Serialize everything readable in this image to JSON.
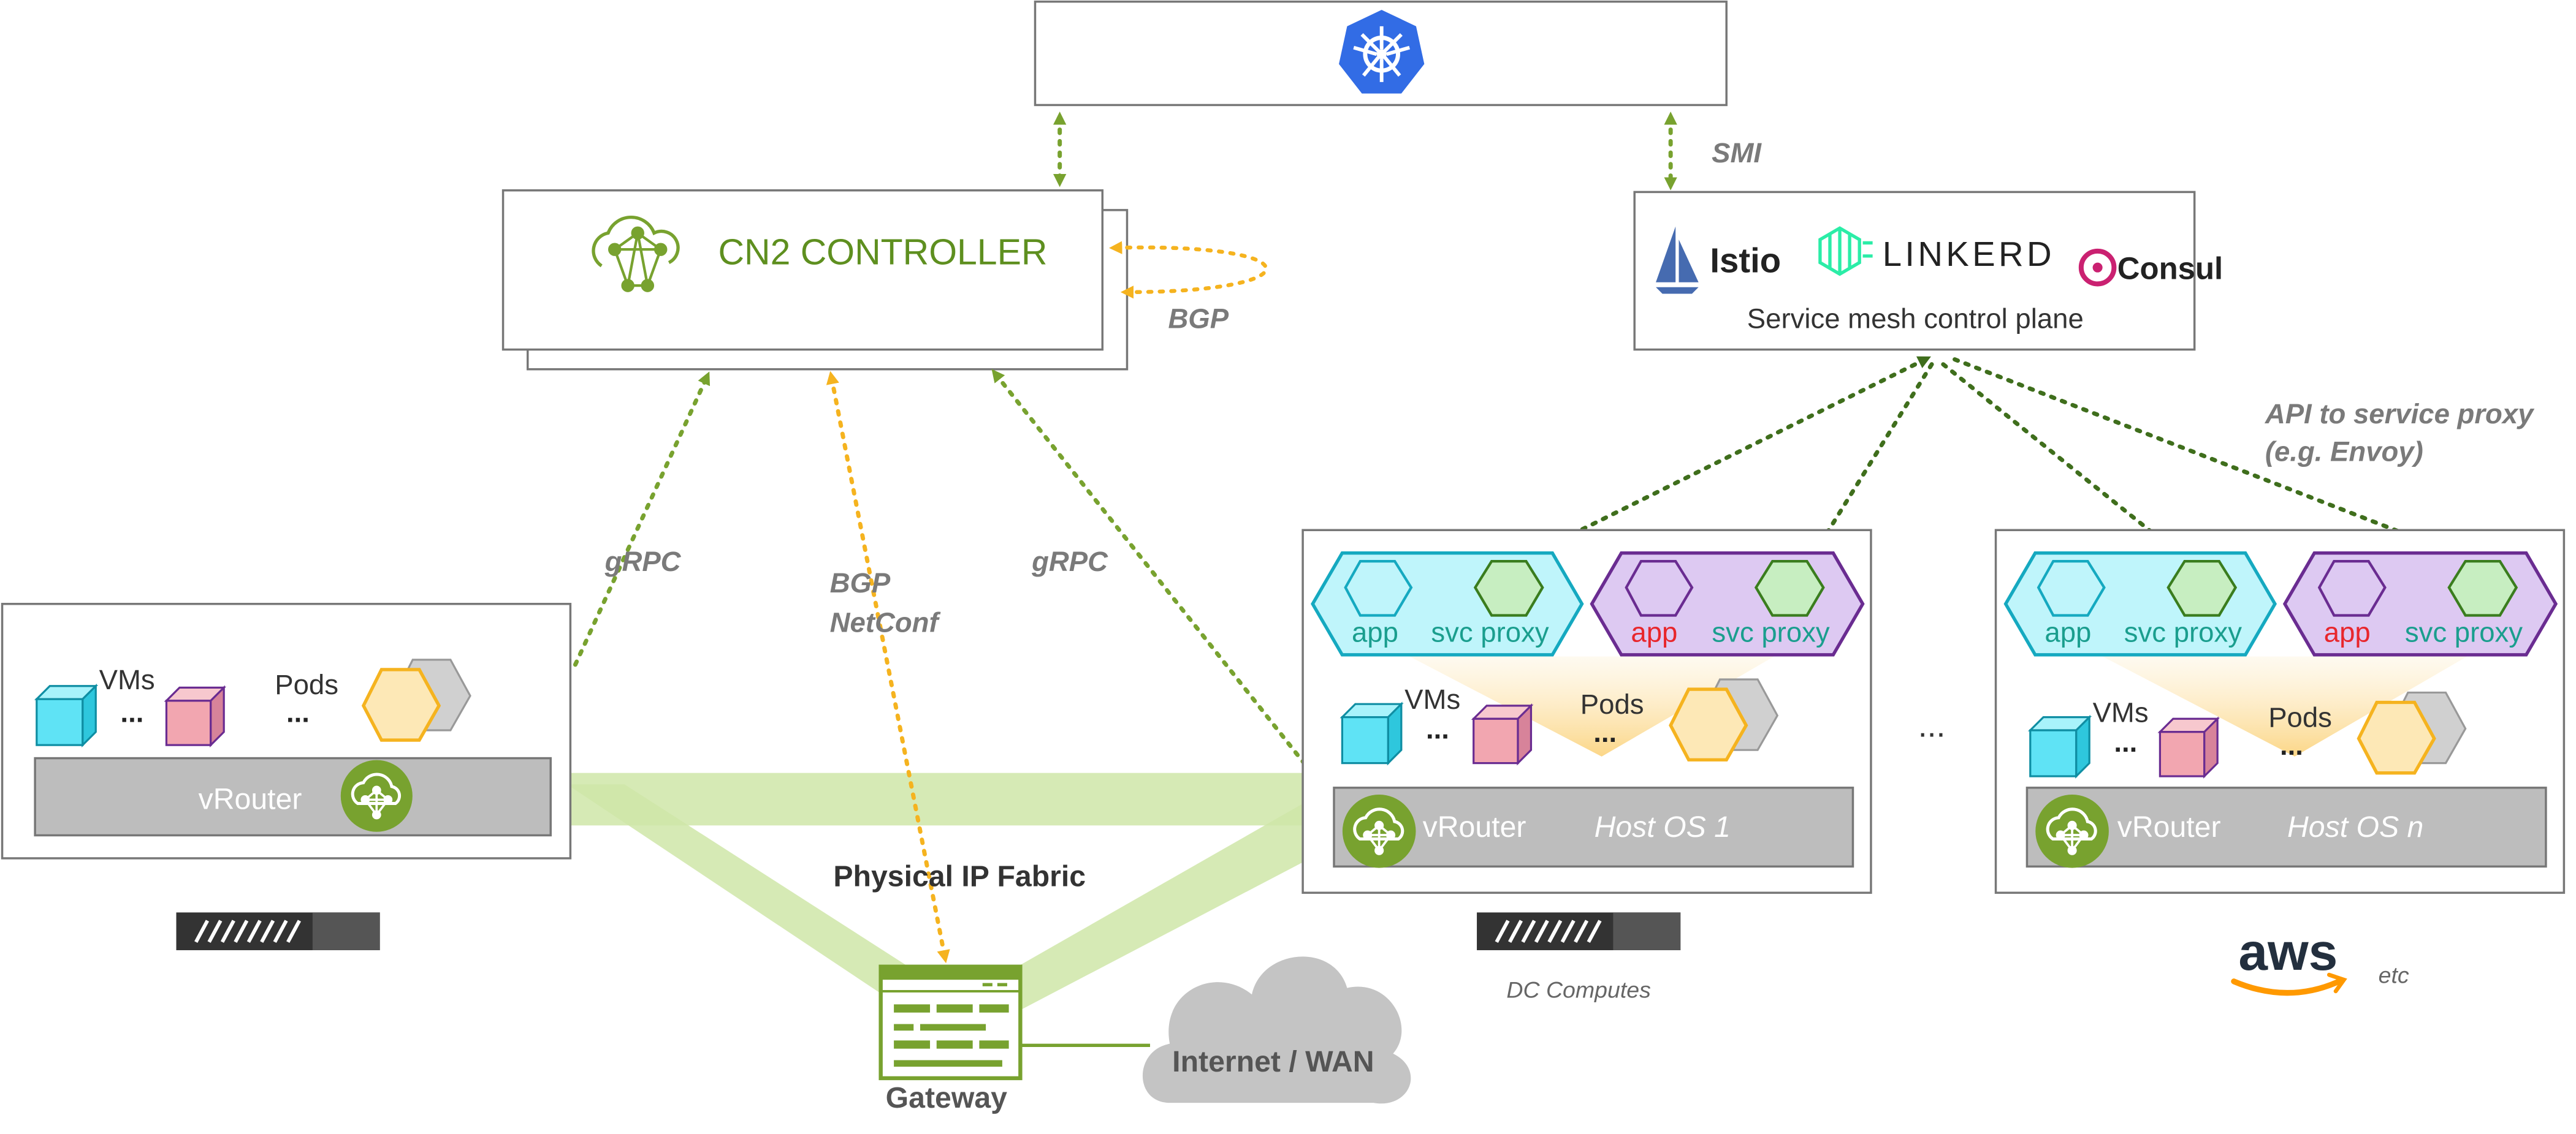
{
  "k8s": {
    "icon": "kubernetes-logo-icon"
  },
  "controller": {
    "title": "CN2 CONTROLLER",
    "loop_label": "BGP"
  },
  "links": {
    "smi": "SMI",
    "grpc_left": "gRPC",
    "bgp_netconf_line1": "BGP",
    "bgp_netconf_line2": "NetConf",
    "grpc_right": "gRPC",
    "api_line1": "API to service proxy",
    "api_line2": "(e.g. Envoy)"
  },
  "mesh": {
    "istio": "Istio",
    "linkerd": "LINKERD",
    "consul": "Consul",
    "caption": "Service mesh control plane"
  },
  "left_host": {
    "vms": "VMs",
    "dots": "...",
    "pods": "Pods",
    "vrouter": "vRouter"
  },
  "host1": {
    "pods": [
      {
        "app": "app",
        "proxy": "svc proxy",
        "color": "#bff5fb"
      },
      {
        "app": "app",
        "proxy": "svc proxy",
        "color": "#ddc9f2"
      }
    ],
    "vms": "VMs",
    "dots": "...",
    "pods_label": "Pods",
    "vrouter": "vRouter",
    "host_os": "Host OS 1"
  },
  "hostn": {
    "pods": [
      {
        "app": "app",
        "proxy": "svc proxy",
        "color": "#bff5fb"
      },
      {
        "app": "app",
        "proxy": "svc proxy",
        "color": "#ddc9f2"
      }
    ],
    "vms": "VMs",
    "dots": "...",
    "pods_label": "Pods",
    "vrouter": "vRouter",
    "host_os": "Host OS n"
  },
  "between_hosts": "...",
  "fabric": "Physical IP Fabric",
  "gateway": "Gateway",
  "internet": "Internet / WAN",
  "dc_computes": "DC Computes",
  "aws": "aws",
  "etc": "etc",
  "colors": {
    "green": "#78a22f",
    "dark_green": "#4e7d23",
    "orange": "#f5b31f",
    "fabric": "#cfe6a8",
    "cyan": "#15a9c0",
    "purple": "#6a2c91",
    "app_red": "#e8262c",
    "proxy_teal": "#1a9e8e"
  }
}
